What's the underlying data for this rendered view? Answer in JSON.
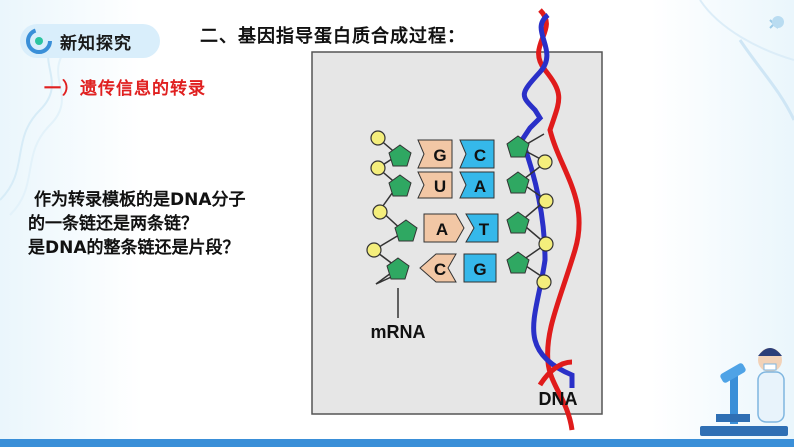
{
  "section_badge": {
    "label": "新知探究",
    "icon": "brand-logo-icon",
    "color": "#3a8fd8"
  },
  "heading": "二、基因指导蛋白质合成过程：",
  "subheading": "一）遗传信息的转录",
  "question": {
    "line1": "作为转录模板的是DNA分子",
    "line2": "的一条链还是两条链？",
    "line3": "是DNA的整条链还是片段？"
  },
  "figure": {
    "rna_bases": [
      "G",
      "U",
      "A",
      "C"
    ],
    "dna_bases": [
      "C",
      "A",
      "T",
      "G"
    ],
    "mrna_label": "mRNA",
    "dna_label": "DNA"
  },
  "colors": {
    "accent": "#3a8fd8",
    "red_text": "#e02020",
    "rna_base": "#f2c7a5",
    "dna_base": "#35b8ea",
    "phosphate": "#f4ee7c",
    "sugar": "#2fa862",
    "strand_red": "#e01b1b",
    "strand_blue": "#2a30c8"
  }
}
